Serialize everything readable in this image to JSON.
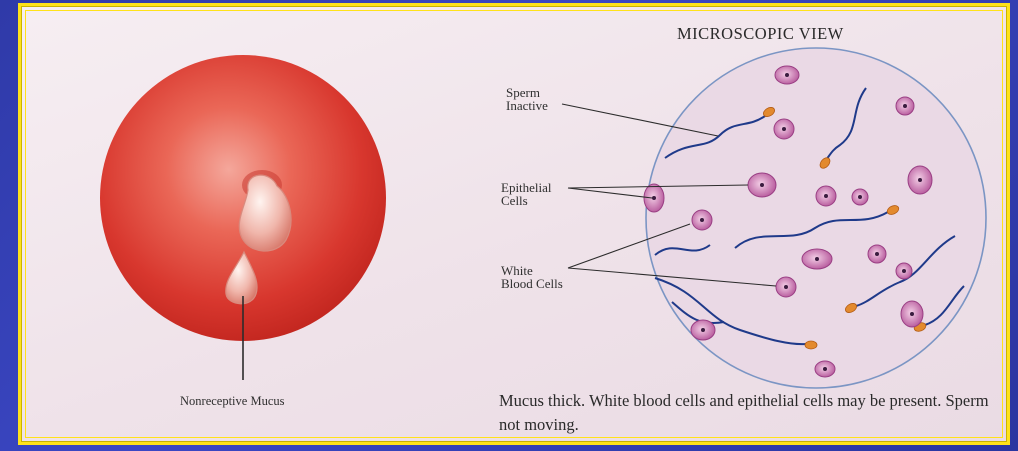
{
  "diagram": {
    "title": "MICROSCOPIC VIEW",
    "labels": {
      "sperm_inactive_line1": "Sperm",
      "sperm_inactive_line2": "Inactive",
      "epithelial_line1": "Epithelial",
      "epithelial_line2": "Cells",
      "wbc_line1": "White",
      "wbc_line2": "Blood Cells",
      "nonreceptive_mucus": "Nonreceptive Mucus"
    },
    "description": "Mucus thick. White blood cells and epithelial cells may be present. Sperm not moving.",
    "colors": {
      "frame_border": "#ffe21a",
      "background": "#3b47c4",
      "cervix": "#e0443a",
      "sperm_tail": "#1f3a8a",
      "sperm_head": "#e38a2e",
      "cell": "#b5569a"
    }
  }
}
